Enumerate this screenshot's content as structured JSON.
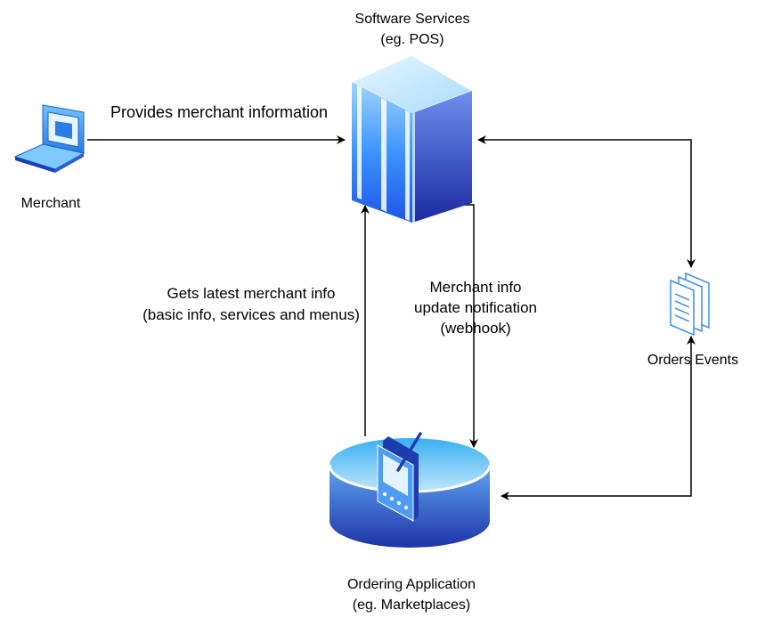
{
  "nodes": {
    "software_services": {
      "line1": "Software Services",
      "line2": "(eg. POS)",
      "icon": "server-icon"
    },
    "merchant": {
      "label": "Merchant",
      "icon": "laptop-icon"
    },
    "ordering_application": {
      "line1": "Ordering Application",
      "line2": "(eg. Marketplaces)",
      "icon": "pda-database-icon"
    },
    "orders_events": {
      "label": "Orders Events",
      "icon": "documents-icon"
    }
  },
  "edges": {
    "provides_info": {
      "label": "Provides merchant information"
    },
    "gets_latest": {
      "line1": "Gets latest merchant info",
      "line2": "(basic info, services and menus)"
    },
    "webhook": {
      "line1": "Merchant info",
      "line2": "update notification",
      "line3": "(webhook)"
    }
  },
  "colors": {
    "icon_light": "#cfe9ff",
    "icon_blue": "#3a8ef5",
    "icon_dark": "#1a2ea8",
    "line": "#000000"
  }
}
